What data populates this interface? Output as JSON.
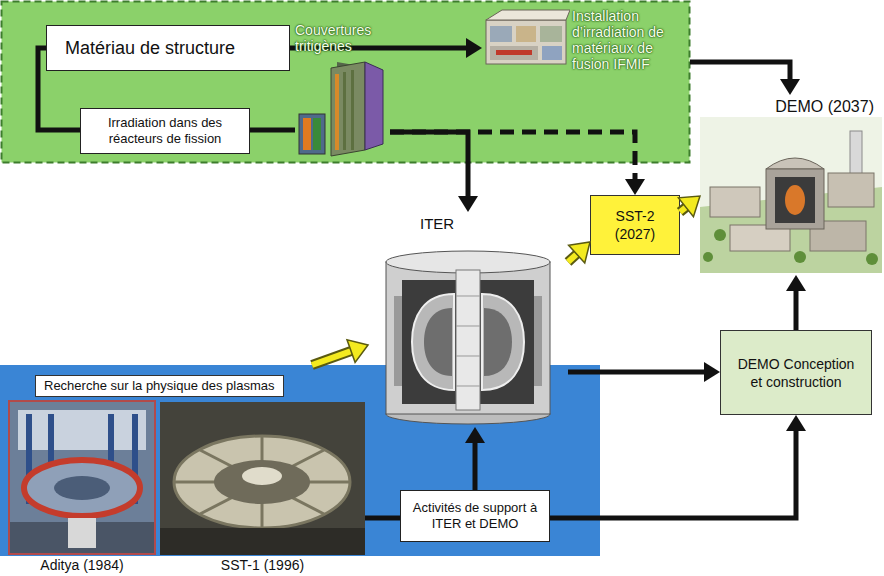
{
  "diagram": {
    "nodes": [
      {
        "text": [
          "Matériau de structure"
        ]
      },
      {
        "text": [
          "Irradiation dans des réacteurs de fission"
        ]
      },
      {
        "text": [
          "Couvertures tritigènes"
        ]
      },
      {
        "text": [
          "Installation d’irradiation de matériaux de fusion IFMIF"
        ]
      },
      {
        "text": [
          "DEMO (2037)"
        ]
      },
      {
        "text": [
          "ITER"
        ]
      },
      {
        "text": [
          "SST-2 (2027)"
        ]
      },
      {
        "text": [
          "Recherche sur la physique des plasmas"
        ]
      },
      {
        "text": [
          "Aditya (1984)"
        ],
        "in": 7
      },
      {
        "text": [
          "SST-1 (1996)"
        ],
        "in": 7
      },
      {
        "text": [
          "Activités de support à ITER et DEMO"
        ],
        "in": 7
      },
      {
        "text": [
          "DEMO Conception et construction"
        ]
      }
    ],
    "edges": [
      {
        "from": 0,
        "to": 3,
        "arrow": "to"
      },
      {
        "from": 3,
        "to": 4,
        "arrow": "to"
      },
      {
        "from": 0,
        "to": 1,
        "arrow": "none"
      },
      {
        "from": 1,
        "to": 2,
        "arrow": "none"
      },
      {
        "from": 2,
        "to": 5,
        "arrow": "to"
      },
      {
        "from": 2,
        "to": 6,
        "arrow": "to"
      },
      {
        "from": 5,
        "to": 6,
        "arrow": "to"
      },
      {
        "from": 6,
        "to": 4,
        "arrow": "to"
      },
      {
        "from": 7,
        "to": 5,
        "arrow": "to"
      },
      {
        "from": 5,
        "to": 11,
        "arrow": "to"
      },
      {
        "from": 11,
        "to": 4,
        "arrow": "to"
      },
      {
        "from": 10,
        "to": 5,
        "arrow": "to"
      },
      {
        "from": 10,
        "to": 11,
        "arrow": "to"
      },
      {
        "from": 9,
        "to": 10,
        "arrow": "none"
      }
    ]
  }
}
